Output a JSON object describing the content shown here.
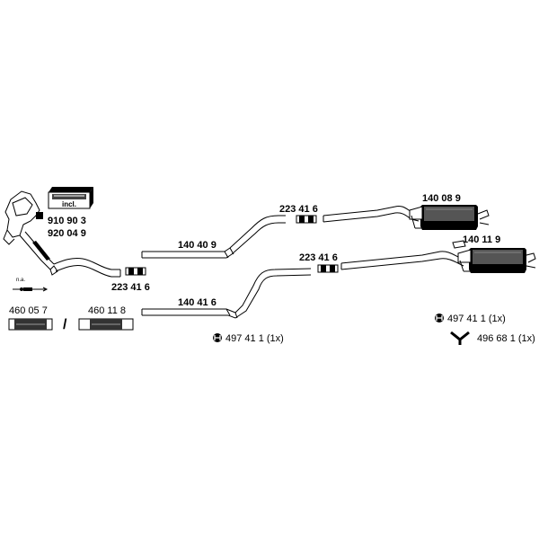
{
  "parts": {
    "kit_label": "incl.",
    "kit_part_1": "910 90 3",
    "kit_part_2": "920 04 9",
    "na_label": "n.a.",
    "front_pipe_connector": "223 41 6",
    "flex_a": "460 05 7",
    "separator": "/",
    "flex_b": "460 11 8",
    "center_pipe_upper": "140 40 9",
    "center_pipe_lower": "140 41 6",
    "clamp_upper": "223 41 6",
    "clamp_lower": "223 41 6",
    "rear_muffler_upper": "140 08 9",
    "rear_muffler_lower": "140 11 9",
    "hanger_center": "497 41 1 (1x)",
    "hanger_right": "497 41 1 (1x)",
    "bracket_right": "496 68 1 (1x)"
  }
}
